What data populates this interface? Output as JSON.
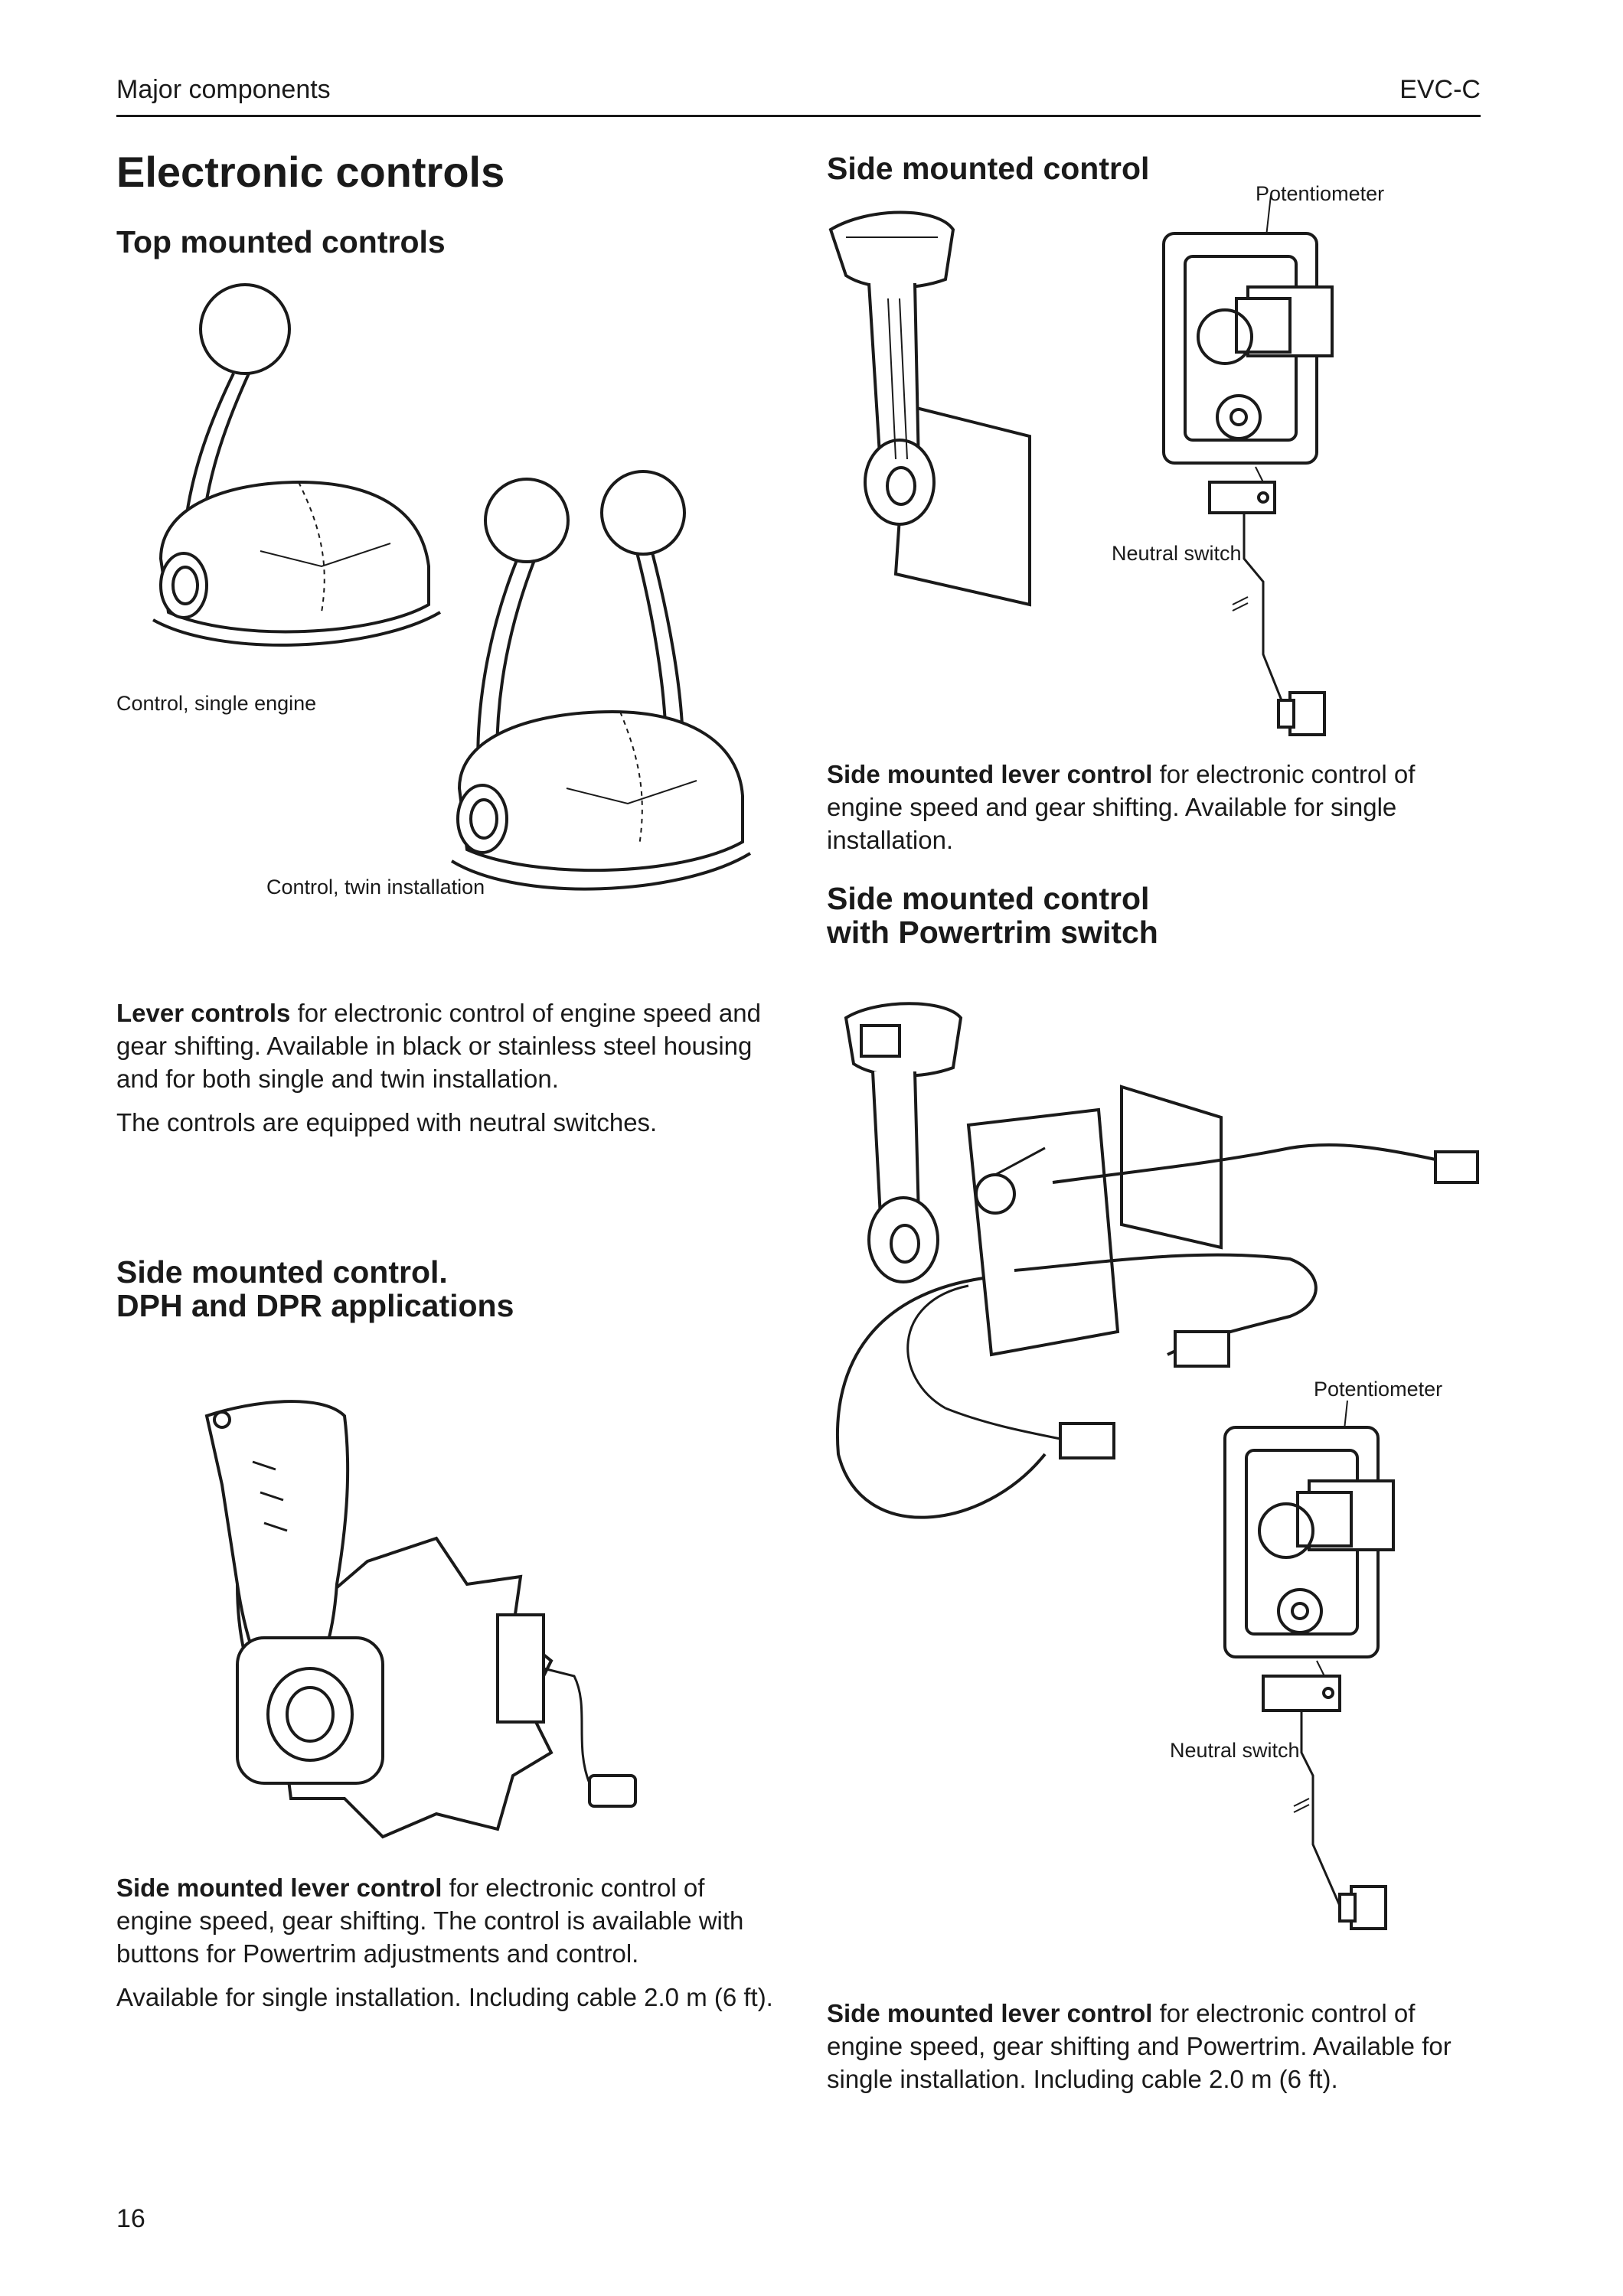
{
  "header": {
    "section": "Major components",
    "code": "EVC-C"
  },
  "title": "Electronic controls",
  "top_mounted": {
    "heading": "Top mounted controls",
    "caption_single": "Control, single engine",
    "caption_twin": "Control, twin installation",
    "desc_bold": "Lever controls",
    "desc_rest": " for electronic control of engine speed and gear shifting. Available in black or stainless steel housing and for both single and twin installation.",
    "note": "The controls are equipped with neutral switches."
  },
  "side_dph": {
    "heading_line1": "Side mounted control.",
    "heading_line2": "DPH and DPR applications",
    "desc_bold": "Side mounted lever control",
    "desc_rest": " for electronic control of engine speed, gear shifting. The control is available with buttons for Powertrim adjustments and control.",
    "note": "Available for single installation. Including cable 2.0 m (6 ft)."
  },
  "side_mounted": {
    "heading": "Side mounted control",
    "label_potentiometer": "Potentiometer",
    "label_neutral": "Neutral switch",
    "desc_bold": "Side mounted lever control",
    "desc_rest": " for electronic control of engine speed and gear shifting. Available for single installation."
  },
  "side_powertrim": {
    "heading_line1": "Side mounted control",
    "heading_line2": "with Powertrim switch",
    "label_potentiometer": "Potentiometer",
    "label_neutral": "Neutral switch",
    "desc_bold": "Side mounted lever control",
    "desc_rest": " for electronic control of engine speed, gear shifting and Powertrim. Available for single installation. Including cable 2.0 m (6 ft)."
  },
  "page_number": "16"
}
